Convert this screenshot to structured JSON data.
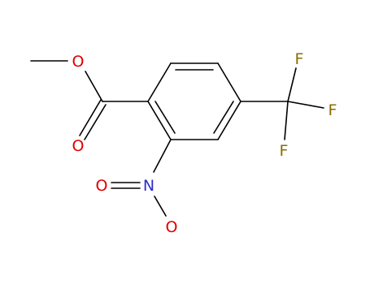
{
  "molecule": {
    "atoms": {
      "o_ester": "O",
      "o_carbonyl": "O",
      "n_nitro": "N",
      "o_nitro_left": "O",
      "o_nitro_bottom": "O",
      "f_top": "F",
      "f_right": "F",
      "f_bottom": "F"
    },
    "colors": {
      "bond": "#000000",
      "oxygen": "#e00000",
      "nitrogen": "#2e2ec8",
      "fluorine": "#8a6d00"
    }
  }
}
